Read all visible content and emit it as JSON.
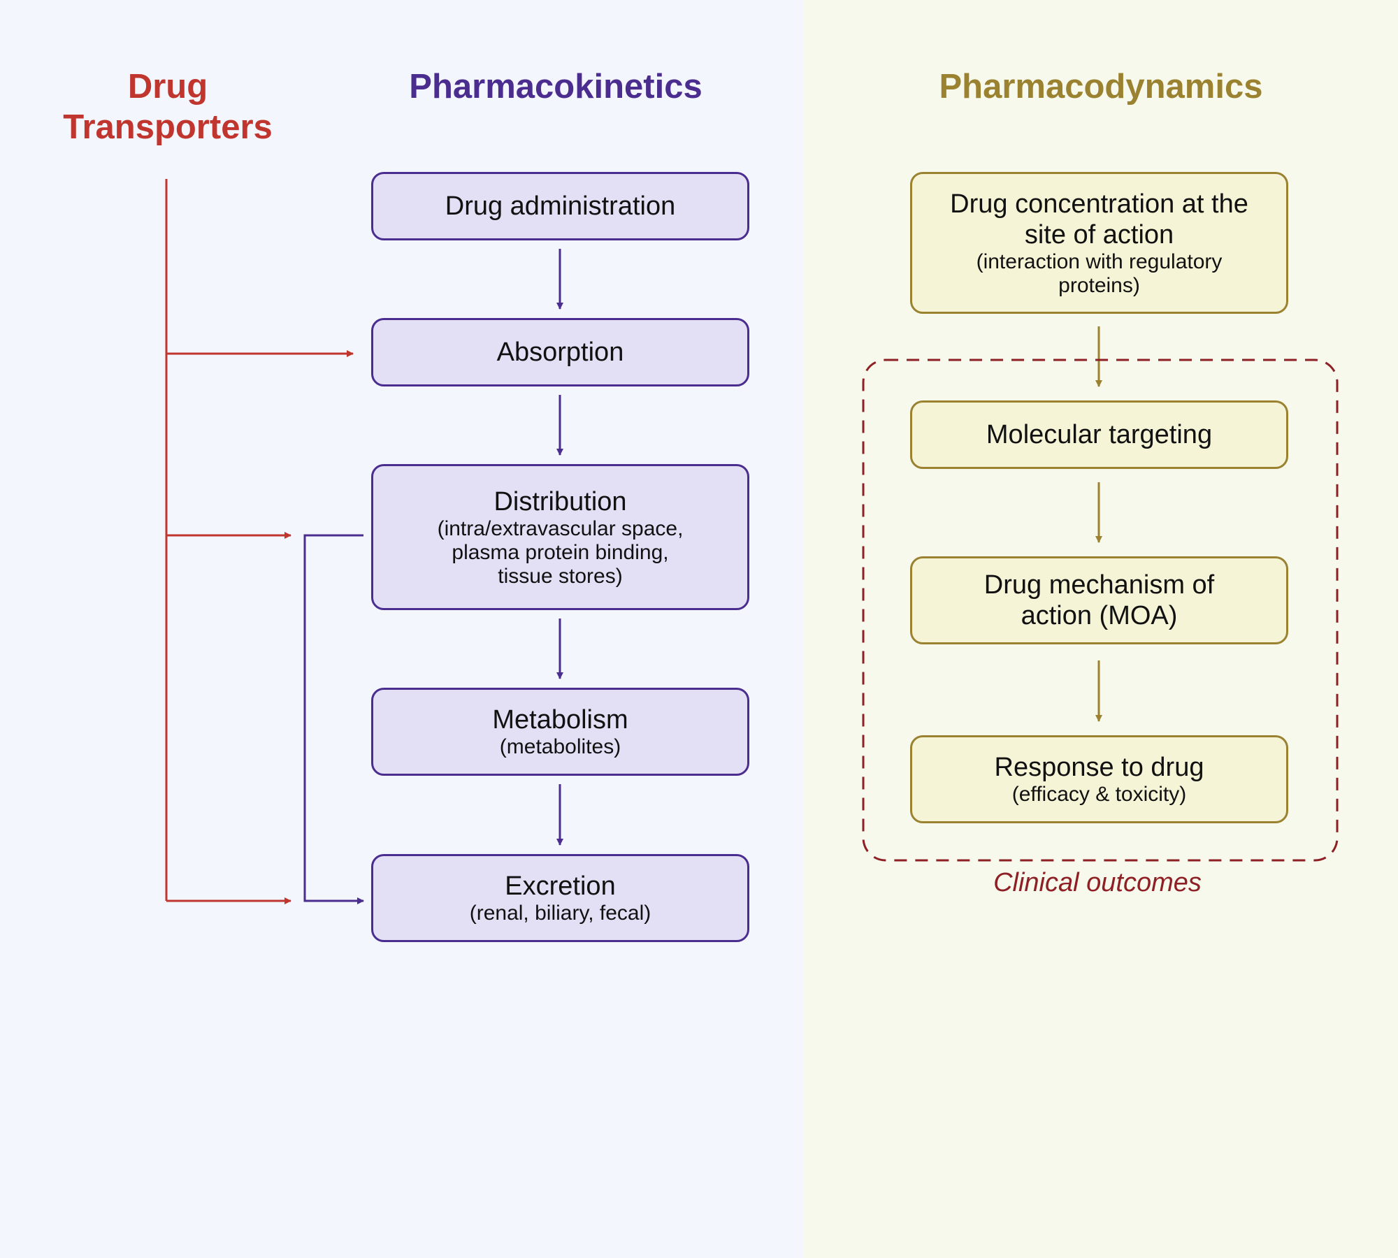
{
  "headings": {
    "transporters": [
      "Drug",
      "Transporters"
    ],
    "pharmacokinetics": "Pharmacokinetics",
    "pharmacodynamics": "Pharmacodynamics"
  },
  "pharmacokinetics": {
    "steps": [
      {
        "label": "Drug administration",
        "detail": ""
      },
      {
        "label": "Absorption",
        "detail": ""
      },
      {
        "label": "Distribution",
        "detail": [
          "(intra/extravascular space,",
          "plasma protein binding,",
          "tissue stores)"
        ]
      },
      {
        "label": "Metabolism",
        "detail": "(metabolites)"
      },
      {
        "label": "Excretion",
        "detail": "(renal, biliary, fecal)"
      }
    ]
  },
  "pharmacodynamics": {
    "steps": [
      {
        "label": [
          "Drug concentration at the",
          "site of action"
        ],
        "detail": [
          "(interaction with regulatory",
          "proteins)"
        ]
      },
      {
        "label": "Molecular targeting",
        "detail": ""
      },
      {
        "label": [
          "Drug mechanism of",
          "action (MOA)"
        ],
        "detail": ""
      },
      {
        "label": "Response to drug",
        "detail": "(efficacy & toxicity)"
      }
    ],
    "group_label": "Clinical outcomes"
  },
  "colors": {
    "transporters": "#c0362f",
    "pharmacokinetics": "#4a2d8e",
    "pharmacodynamics": "#9a8230",
    "clinical_outcomes": "#8e1f24"
  }
}
